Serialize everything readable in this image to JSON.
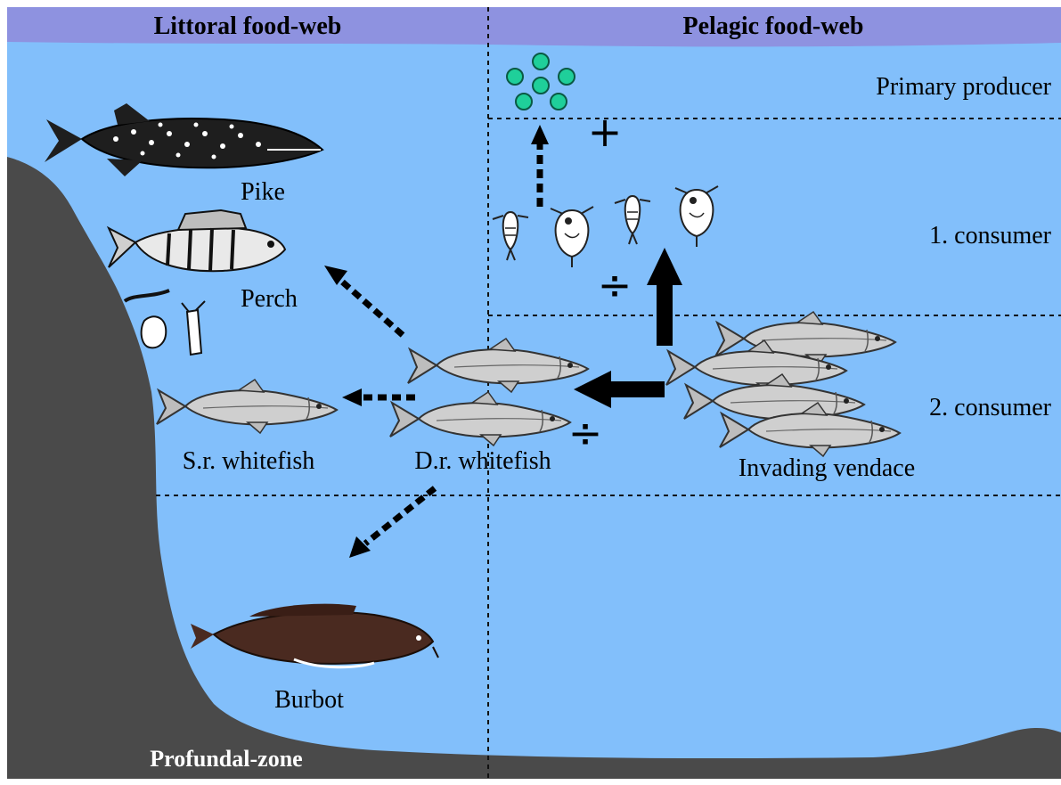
{
  "headers": {
    "littoral": "Littoral food-web",
    "pelagic": "Pelagic food-web"
  },
  "levels": {
    "primary": "Primary producer",
    "consumer1": "1. consumer",
    "consumer2": "2. consumer"
  },
  "fish": {
    "pike": "Pike",
    "perch": "Perch",
    "sr_whitefish": "S.r. whitefish",
    "dr_whitefish": "D.r. whitefish",
    "vendace": "Invading vendace",
    "burbot": "Burbot"
  },
  "zone": "Profundal-zone",
  "effects": {
    "plus": "+",
    "divide_1": "÷",
    "divide_2": "÷"
  },
  "colors": {
    "water": "#82bffb",
    "header_band": "#8e92e0",
    "land": "#4a4a4a",
    "algae": "#1fcf9a",
    "arrow": "#000000",
    "fish_body": "#c9c9c9"
  },
  "icons": [
    "pike-icon",
    "perch-icon",
    "whitefish-icon",
    "vendace-icon",
    "burbot-icon",
    "zooplankton-icon",
    "algae-icon",
    "benthic-invertebrate-icon"
  ]
}
